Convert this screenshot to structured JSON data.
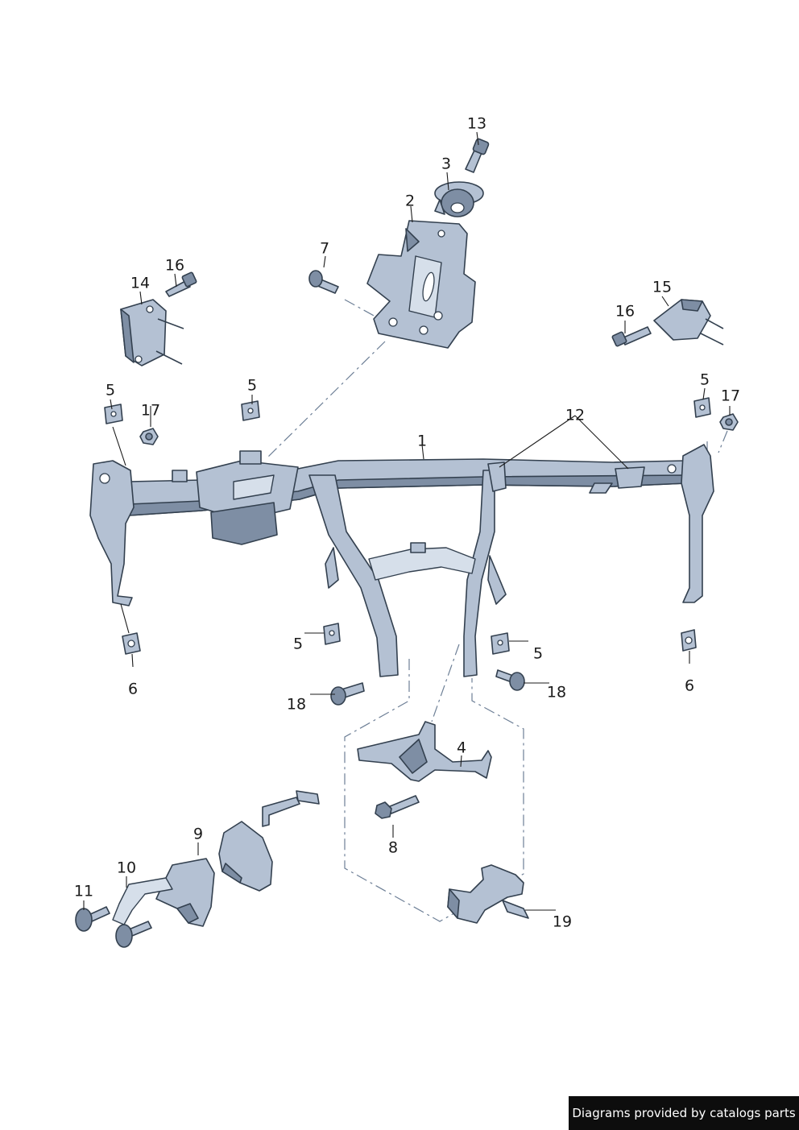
{
  "callouts": {
    "c1": "1",
    "c2": "2",
    "c3": "3",
    "c4": "4",
    "c5a": "5",
    "c5b": "5",
    "c5c": "5",
    "c5d": "5",
    "c5e": "5",
    "c6a": "6",
    "c6b": "6",
    "c7": "7",
    "c8": "8",
    "c9": "9",
    "c10": "10",
    "c11": "11",
    "c12": "12",
    "c13": "13",
    "c14": "14",
    "c15": "15",
    "c16a": "16",
    "c16b": "16",
    "c17a": "17",
    "c17b": "17",
    "c18a": "18",
    "c18b": "18",
    "c19": "19"
  },
  "footer": {
    "text": "Diagrams provided by catalogs parts"
  },
  "colors": {
    "part_fill": "#b4c1d3",
    "part_dark": "#7e8ea4",
    "outline": "#33404f",
    "footer_bg": "#0d0d0d"
  }
}
